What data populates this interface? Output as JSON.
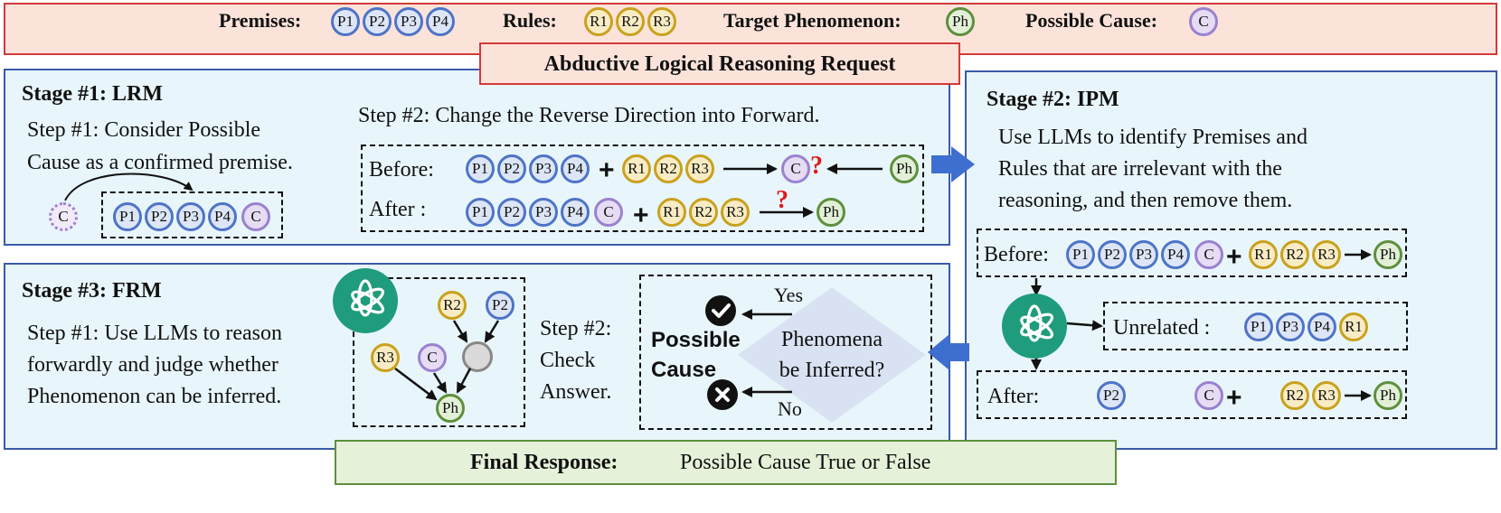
{
  "header": {
    "premises_label": "Premises:",
    "rules_label": "Rules:",
    "target_label": "Target Phenomenon:",
    "cause_label": "Possible Cause:"
  },
  "tokens": {
    "p1": "P1",
    "p2": "P2",
    "p3": "P3",
    "p4": "P4",
    "r1": "R1",
    "r2": "R2",
    "r3": "R3",
    "ph": "Ph",
    "c": "C"
  },
  "request_title": "Abductive Logical Reasoning Request",
  "stage1": {
    "title": "Stage #1: LRM",
    "step1_line1": "Step #1:  Consider Possible",
    "step1_line2": "Cause as a confirmed premise.",
    "step2": "Step #2:  Change the Reverse Direction into Forward.",
    "before_label": "Before:",
    "after_label": "After :"
  },
  "stage2": {
    "title": "Stage #2: IPM",
    "desc_line1": "Use LLMs to identify Premises and",
    "desc_line2": "Rules that are irrelevant with the",
    "desc_line3": "reasoning, and then remove them.",
    "before_label": "Before:",
    "unrelated_label": "Unrelated :",
    "after_label": "After:"
  },
  "stage3": {
    "title": "Stage #3: FRM",
    "step1_line1": "Step #1:  Use LLMs to reason",
    "step1_line2": "forwardly and judge whether",
    "step1_line3": "Phenomenon can be inferred.",
    "step2_line1": "Step #2:",
    "step2_line2": "Check",
    "step2_line3": "Answer.",
    "possible": "Possible",
    "cause": "Cause",
    "diamond_line1": "Phenomena",
    "diamond_line2": "be Inferred?",
    "yes": "Yes",
    "no": "No"
  },
  "symbols": {
    "plus": "+",
    "question": "?"
  },
  "final": {
    "label": "Final Response:",
    "value": "Possible Cause True or False"
  },
  "colors": {
    "premise": "#4f74c6",
    "rule": "#c9a11e",
    "phenomenon": "#5e8f3d",
    "cause": "#9a82cf",
    "stage_border": "#3a5aa8",
    "stage_fill": "#e8f6fb",
    "header_fill": "#fbe3da",
    "header_border": "#d23a3a",
    "final_fill": "#e5f1d9",
    "final_border": "#5e8f3d",
    "gpt": "#1f9c7c",
    "arrow_blue": "#3e6fd0",
    "question": "#e01b1b"
  },
  "icons": {
    "gpt": "openai-logo-icon",
    "check": "check-circle-icon",
    "cross": "x-circle-icon"
  }
}
